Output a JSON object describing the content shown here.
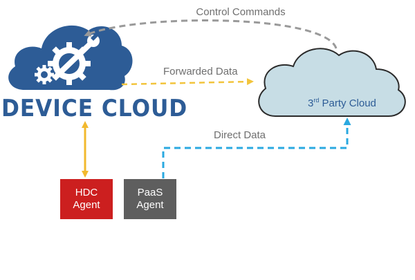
{
  "labels": {
    "control_commands": "Control Commands",
    "forwarded_data": "Forwarded Data",
    "direct_data": "Direct Data"
  },
  "device_cloud": {
    "title": "DEVICE CLOUD"
  },
  "third_party_cloud": {
    "ordinal_num": "3",
    "ordinal_suffix": "rd",
    "rest": " Party Cloud"
  },
  "agents": {
    "hdc": {
      "line1": "HDC",
      "line2": "Agent"
    },
    "paas": {
      "line1": "PaaS",
      "line2": "Agent"
    }
  },
  "colors": {
    "brand_blue": "#2d5c96",
    "cloud_fill": "#c7dde5",
    "hdc_red": "#cc1f1f",
    "paas_gray": "#5e5e5e",
    "control_arrow": "#9a9a9a",
    "forwarded_arrow": "#f2c43c",
    "direct_arrow": "#2aa9e0",
    "hdc_link": "#f2b92e"
  }
}
